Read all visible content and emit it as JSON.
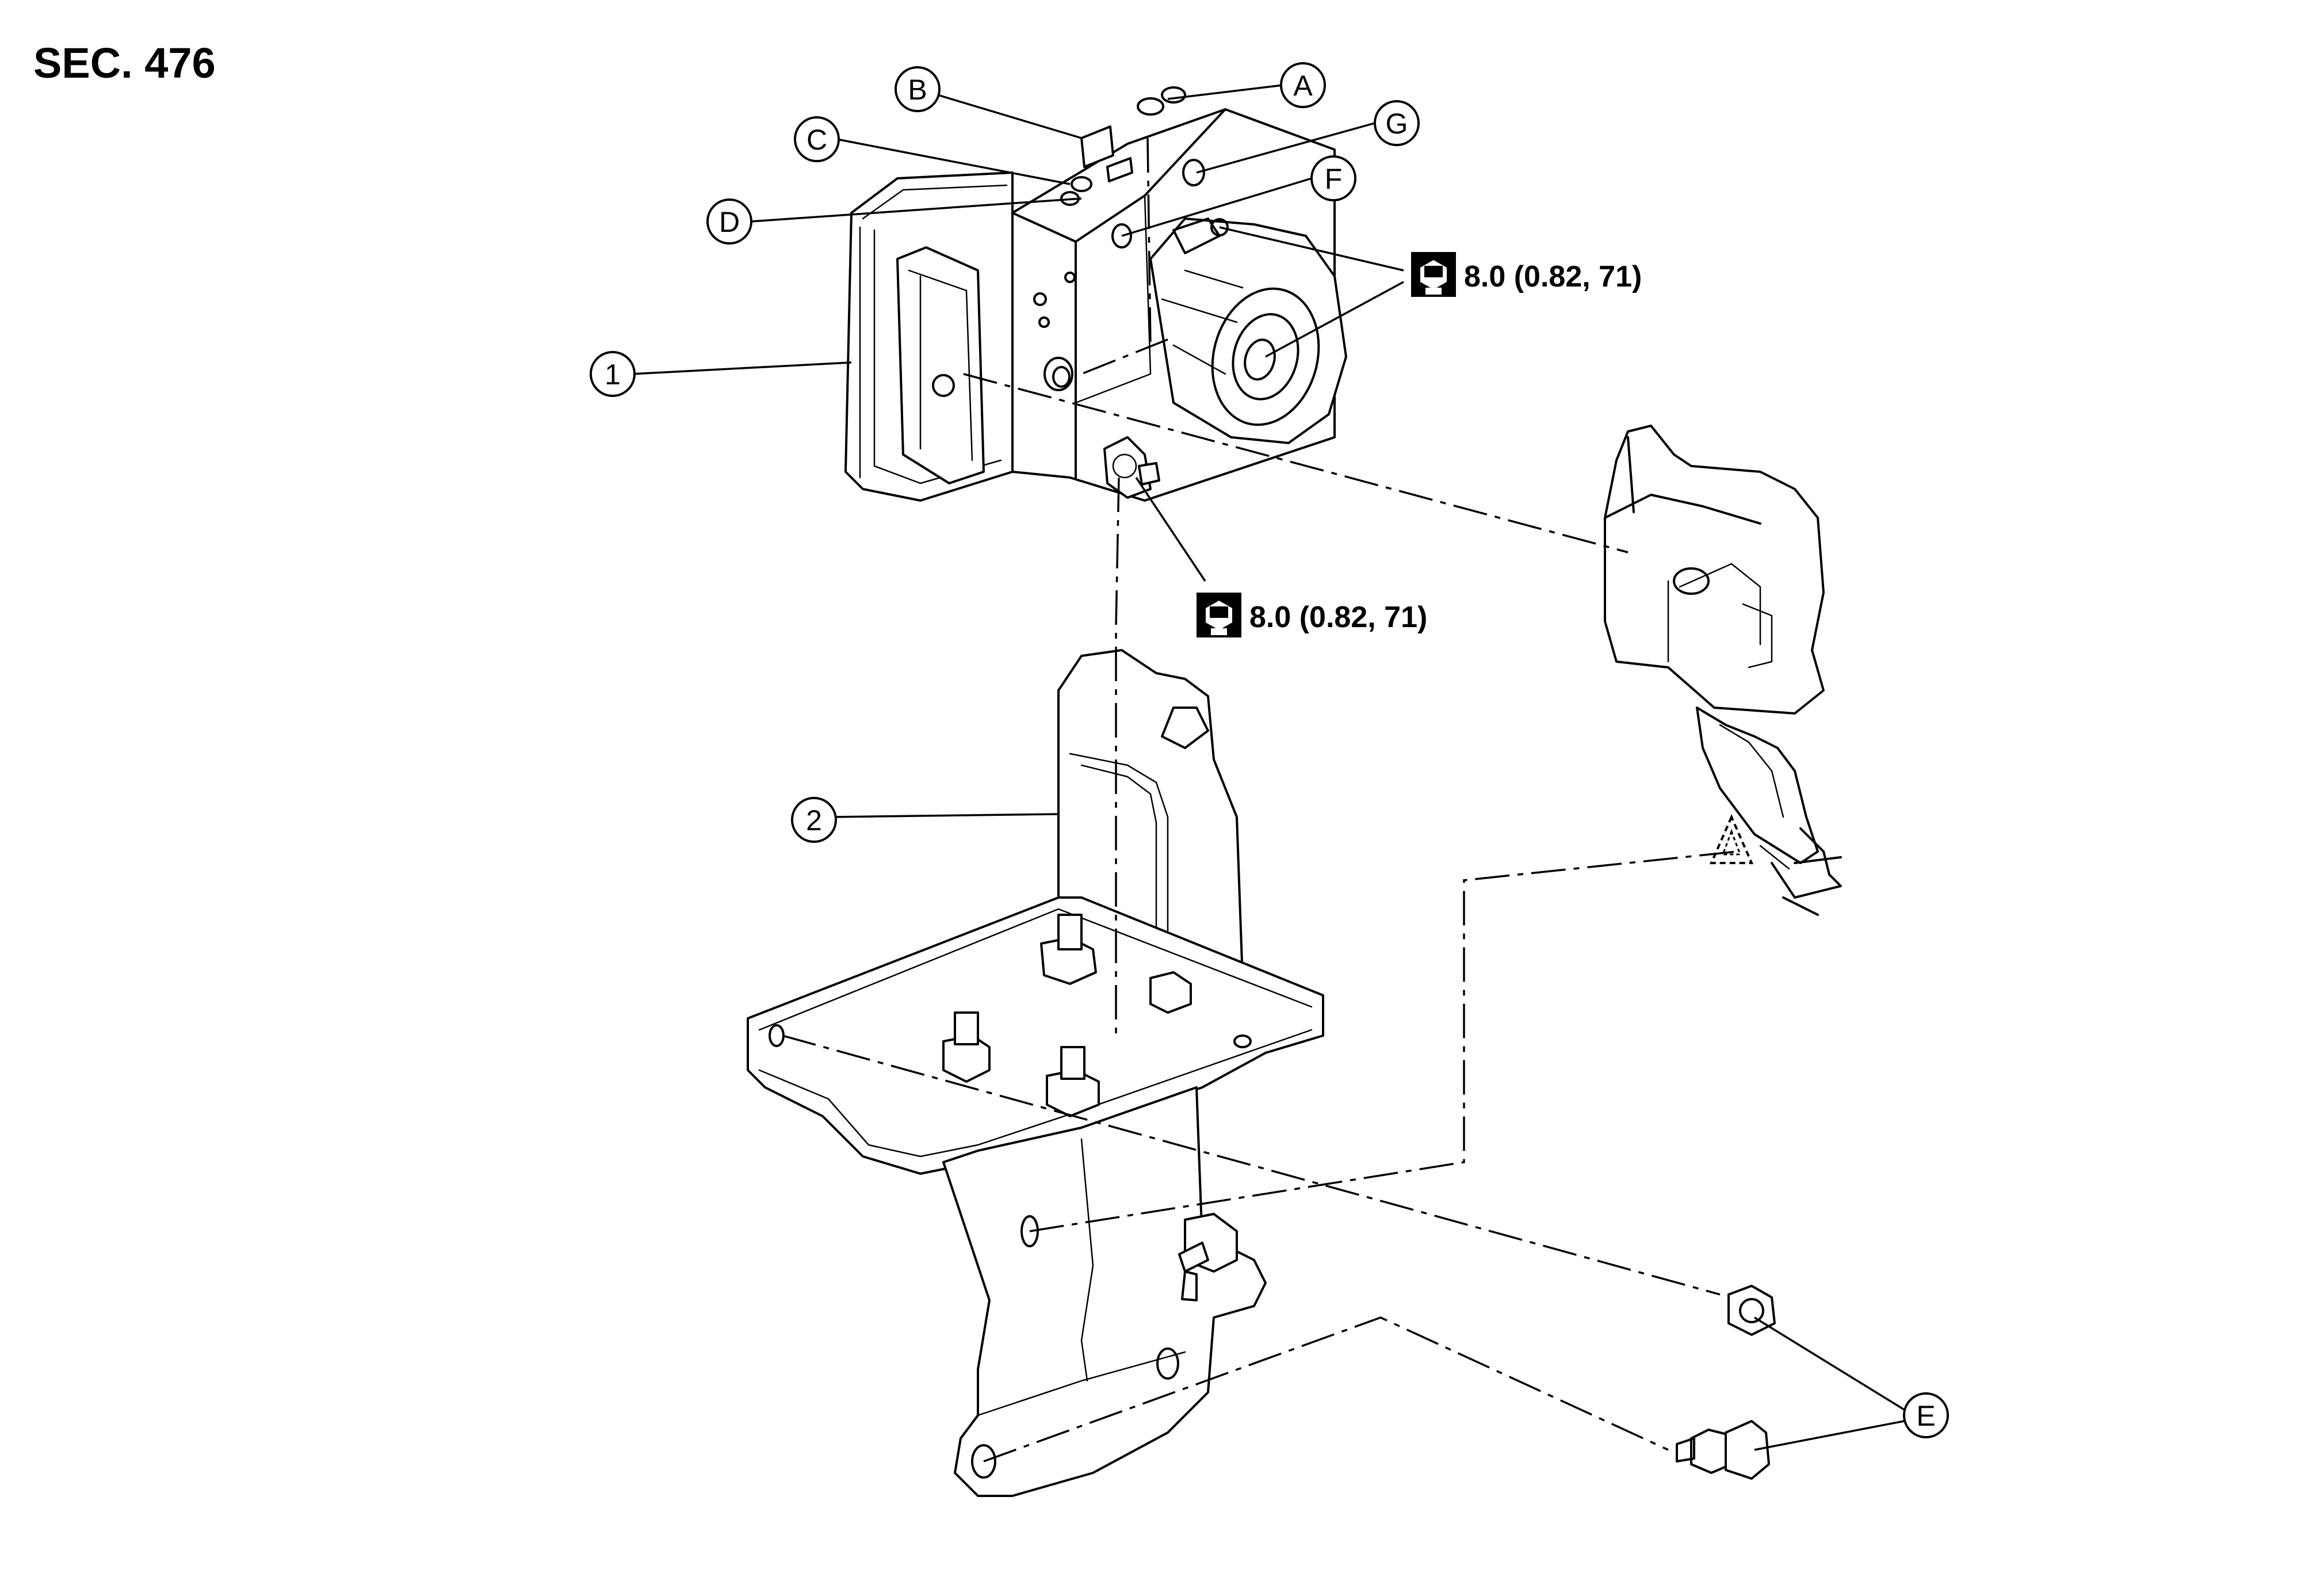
{
  "section_title": "SEC. 476",
  "callouts": {
    "one": "1",
    "two": "2",
    "A": "A",
    "B": "B",
    "C": "C",
    "D": "D",
    "E": "E",
    "F": "F",
    "G": "G"
  },
  "torque_specs": {
    "upper": "8.0 (0.82, 71)",
    "lower": "8.0 (0.82, 71)"
  },
  "icons": {
    "torque": "torque-wrench-icon",
    "warning": "hazard-triangle-icon"
  },
  "colors": {
    "line": "#000000",
    "background": "#ffffff"
  }
}
